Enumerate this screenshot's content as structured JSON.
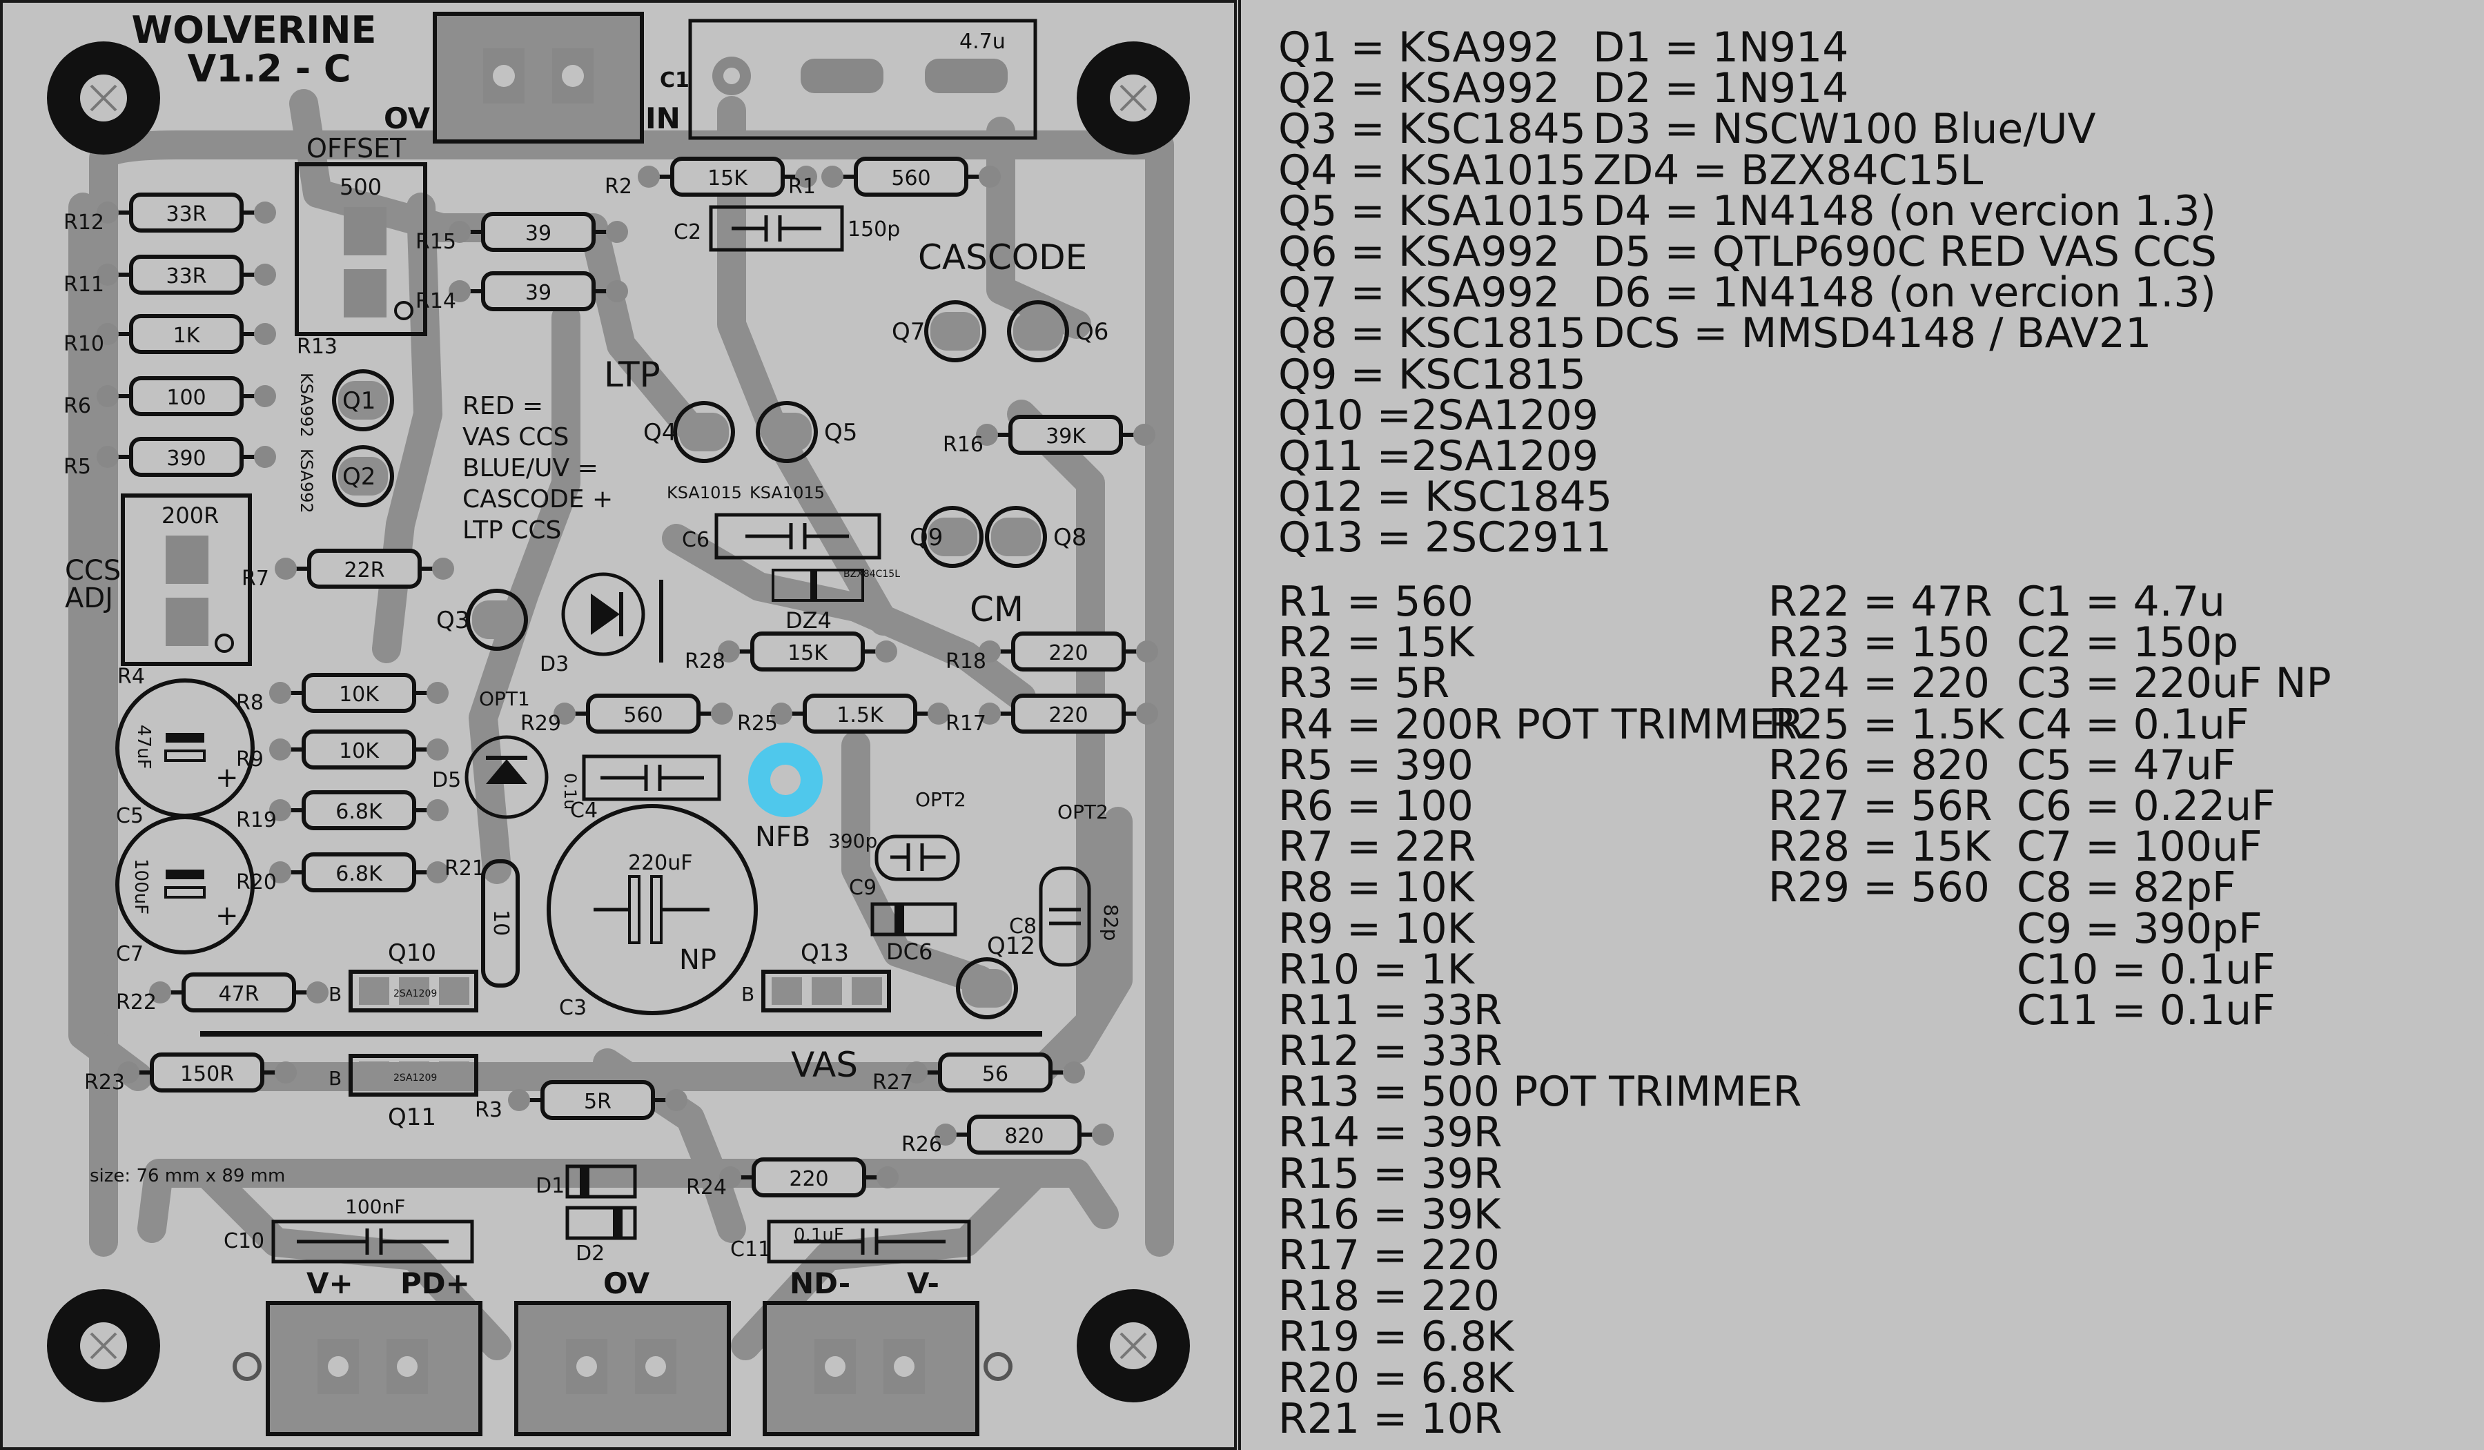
{
  "board": {
    "title_line1": "WOLVERINE",
    "title_line2": "V1.2 - C",
    "size_note": "size: 76 mm x 89 mm",
    "section_labels": {
      "offset": "OFFSET",
      "cascode": "CASCODE",
      "ltp": "LTP",
      "cm": "CM",
      "vas": "VAS",
      "nfb": "NFB",
      "ccs_adj_1": "CCS",
      "ccs_adj_2": "ADJ",
      "in": "IN",
      "ov_top": "OV",
      "opt1": "OPT1",
      "opt2a": "OPT2",
      "opt2b": "OPT2"
    },
    "note_lines": [
      "RED =",
      "VAS CCS",
      "BLUE/UV =",
      "CASCODE +",
      "LTP CCS"
    ],
    "connectors": {
      "v_plus": "V+",
      "pd_plus": "PD+",
      "ov": "OV",
      "nd_minus": "ND-",
      "v_minus": "V-"
    },
    "resistors": [
      {
        "ref": "R12",
        "value": "33R"
      },
      {
        "ref": "R11",
        "value": "33R"
      },
      {
        "ref": "R10",
        "value": "1K"
      },
      {
        "ref": "R6",
        "value": "100"
      },
      {
        "ref": "R5",
        "value": "390"
      },
      {
        "ref": "R15",
        "value": "39"
      },
      {
        "ref": "R14",
        "value": "39"
      },
      {
        "ref": "R2",
        "value": "15K"
      },
      {
        "ref": "R1",
        "value": "560"
      },
      {
        "ref": "R16",
        "value": "39K"
      },
      {
        "ref": "R7",
        "value": "22R"
      },
      {
        "ref": "R8",
        "value": "10K"
      },
      {
        "ref": "R9",
        "value": "10K"
      },
      {
        "ref": "R19",
        "value": "6.8K"
      },
      {
        "ref": "R20",
        "value": "6.8K"
      },
      {
        "ref": "R28",
        "value": "15K"
      },
      {
        "ref": "R29",
        "value": "560"
      },
      {
        "ref": "R25",
        "value": "1.5K"
      },
      {
        "ref": "R18",
        "value": "220"
      },
      {
        "ref": "R17",
        "value": "220"
      },
      {
        "ref": "R21",
        "value": "10"
      },
      {
        "ref": "R22",
        "value": "47R"
      },
      {
        "ref": "R23",
        "value": "150R"
      },
      {
        "ref": "R3",
        "value": "5R"
      },
      {
        "ref": "R27",
        "value": "56"
      },
      {
        "ref": "R26",
        "value": "820"
      },
      {
        "ref": "R24",
        "value": "220"
      }
    ],
    "trimmers": [
      {
        "value": "500",
        "ref": "R13"
      },
      {
        "value": "200R",
        "ref": "R4"
      }
    ],
    "transistors": [
      {
        "ref": "Q1",
        "part": "KSA992"
      },
      {
        "ref": "Q2",
        "part": "KSA992"
      },
      {
        "ref": "Q3",
        "part": ""
      },
      {
        "ref": "Q4",
        "part": "KSA1015"
      },
      {
        "ref": "Q5",
        "part": "KSA1015"
      },
      {
        "ref": "Q6",
        "part": ""
      },
      {
        "ref": "Q7",
        "part": ""
      },
      {
        "ref": "Q8",
        "part": ""
      },
      {
        "ref": "Q9",
        "part": ""
      },
      {
        "ref": "Q12",
        "part": ""
      }
    ],
    "power_devices": [
      {
        "ref": "Q10",
        "part": "2SA1209"
      },
      {
        "ref": "Q11",
        "part": "2SA1209"
      },
      {
        "ref": "Q13",
        "part": ""
      }
    ],
    "capacitors": {
      "c1_value": "4.7u",
      "c1_ref": "C1",
      "c2_value": "150p",
      "c2_ref": "C2",
      "c6_ref": "C6",
      "c4_value": "0.1u",
      "c4_ref": "C4",
      "c3_value": "220uF",
      "c3_np": "NP",
      "c3_ref": "C3",
      "c5_value": "47uF",
      "c5_ref": "C5",
      "c7_value": "100uF",
      "c7_ref": "C7",
      "c9_value": "390p",
      "c9_ref": "C9",
      "c8_value": "82p",
      "c8_ref": "C8",
      "c10_value": "100nF",
      "c10_ref": "C10",
      "c11_value": "0.1uF",
      "c11_ref": "C11"
    },
    "diodes": {
      "dz4": "DZ4",
      "dz4_part": "BZX84C15L",
      "d3": "D3",
      "d5": "D5",
      "dc6": "DC6",
      "d1": "D1",
      "d2": "D2"
    }
  },
  "bom": {
    "transistors": [
      "Q1 = KSA992",
      "Q2 = KSA992",
      "Q3 = KSC1845",
      "Q4 = KSA1015",
      "Q5 = KSA1015",
      "Q6 = KSA992",
      "Q7 = KSA992",
      "Q8 = KSC1815",
      "Q9 = KSC1815",
      "Q10 =2SA1209",
      "Q11 =2SA1209",
      "Q12 = KSC1845",
      "Q13 = 2SC2911"
    ],
    "diodes": [
      "D1 = 1N914",
      "D2 = 1N914",
      "D3 = NSCW100 Blue/UV",
      "ZD4 = BZX84C15L",
      "D4 = 1N4148 (on vercion 1.3)",
      "D5 = QTLP690C RED VAS CCS",
      "D6 = 1N4148 (on vercion 1.3)",
      "DCS = MMSD4148 / BAV21"
    ],
    "resistors_col1": [
      "R1 = 560",
      "R2 = 15K",
      "R3 = 5R",
      "R4 = 200R POT TRIMMER",
      "R5 = 390",
      "R6 = 100",
      "R7 = 22R",
      "R8 = 10K",
      "R9 = 10K",
      "R10 = 1K",
      "R11 = 33R",
      "R12 = 33R",
      "R13 = 500 POT TRIMMER",
      "R14 = 39R",
      "R15 = 39R",
      "R16 = 39K",
      "R17 = 220",
      "R18 = 220",
      "R19 = 6.8K",
      "R20 = 6.8K",
      "R21 = 10R"
    ],
    "resistors_col2": [
      "R22 = 47R",
      "R23 = 150",
      "R24 = 220",
      "R25 = 1.5K",
      "R26 = 820",
      "R27 = 56R",
      "R28 = 15K",
      "R29 = 560"
    ],
    "capacitors": [
      "C1 = 4.7u",
      "C2 = 150p",
      "C3 = 220uF NP",
      "C4 = 0.1uF",
      "C5 = 47uF",
      "C6 = 0.22uF",
      "C7 = 100uF",
      "C8 = 82pF",
      "C9 = 390pF",
      "C10 = 0.1uF",
      "C11 = 0.1uF"
    ]
  },
  "colors": {
    "background": "#c2c2c2",
    "copper": "#8e8e8e",
    "silkscreen": "#111111",
    "pad_highlight": "#4fc8ec"
  }
}
